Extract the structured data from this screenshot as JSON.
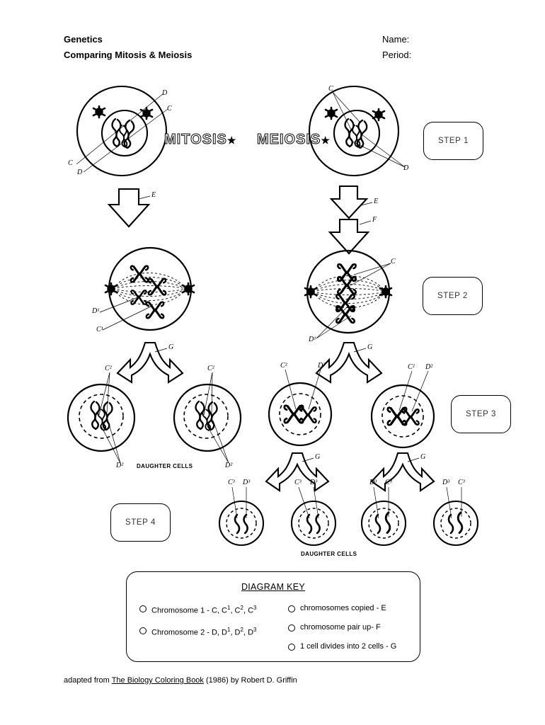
{
  "header": {
    "title_line1": "Genetics",
    "title_line2": "Comparing Mitosis & Meiosis",
    "name_label": "Name:",
    "period_label": "Period:"
  },
  "steps": {
    "step1": "STEP 1",
    "step2": "STEP 2",
    "step3": "STEP 3",
    "step4": "STEP 4"
  },
  "process_labels": {
    "mitosis": "MITOSIS",
    "meiosis": "MEIOSIS",
    "star": "★"
  },
  "captions": {
    "daughter_cells_mitosis": "DAUGHTER CELLS",
    "daughter_cells_meiosis": "DAUGHTER CELLS"
  },
  "arrow_labels": {
    "mitosis_copy": "E",
    "mitosis_divide": "G",
    "meiosis_copy": "E",
    "meiosis_pair": "F",
    "meiosis_divide_1": "G",
    "meiosis_divide_2a": "G",
    "meiosis_divide_2b": "G"
  },
  "cell_labels": {
    "step1_mitosis": [
      "D",
      "C",
      "C",
      "D"
    ],
    "step1_meiosis": [
      "C",
      "D"
    ],
    "step2_mitosis": [
      "D¹",
      "C¹"
    ],
    "step2_meiosis": [
      "C",
      "D¹"
    ],
    "step3_mitosis_left": [
      "C²",
      "D²"
    ],
    "step3_mitosis_right": [
      "C²",
      "D²"
    ],
    "step3_meiosis_left": [
      "C²",
      "D²"
    ],
    "step3_meiosis_right": [
      "C²",
      "D²"
    ],
    "step4_cell1": [
      "C³",
      "D³"
    ],
    "step4_cell2": [
      "C³",
      "D³"
    ],
    "step4_cell3": [
      "D³",
      "C³"
    ],
    "step4_cell4": [
      "D³",
      "C³"
    ]
  },
  "diagram_key": {
    "title": "DIAGRAM KEY",
    "left_items": [
      "Chromosome 1 - C, C<sup>1</sup>, C<sup>2</sup>, C<sup>3</sup>",
      "Chromosome 2 - D, D<sup>1</sup>, D<sup>2</sup>, D<sup>3</sup>"
    ],
    "right_items": [
      "chromosomes copied - E",
      "chromosome pair up- F",
      "1 cell divides into 2 cells - G"
    ]
  },
  "footer": {
    "prefix": "adapted from ",
    "book_title": "The Biology Coloring Book",
    "suffix": " (1986) by Robert D. Griffin"
  }
}
